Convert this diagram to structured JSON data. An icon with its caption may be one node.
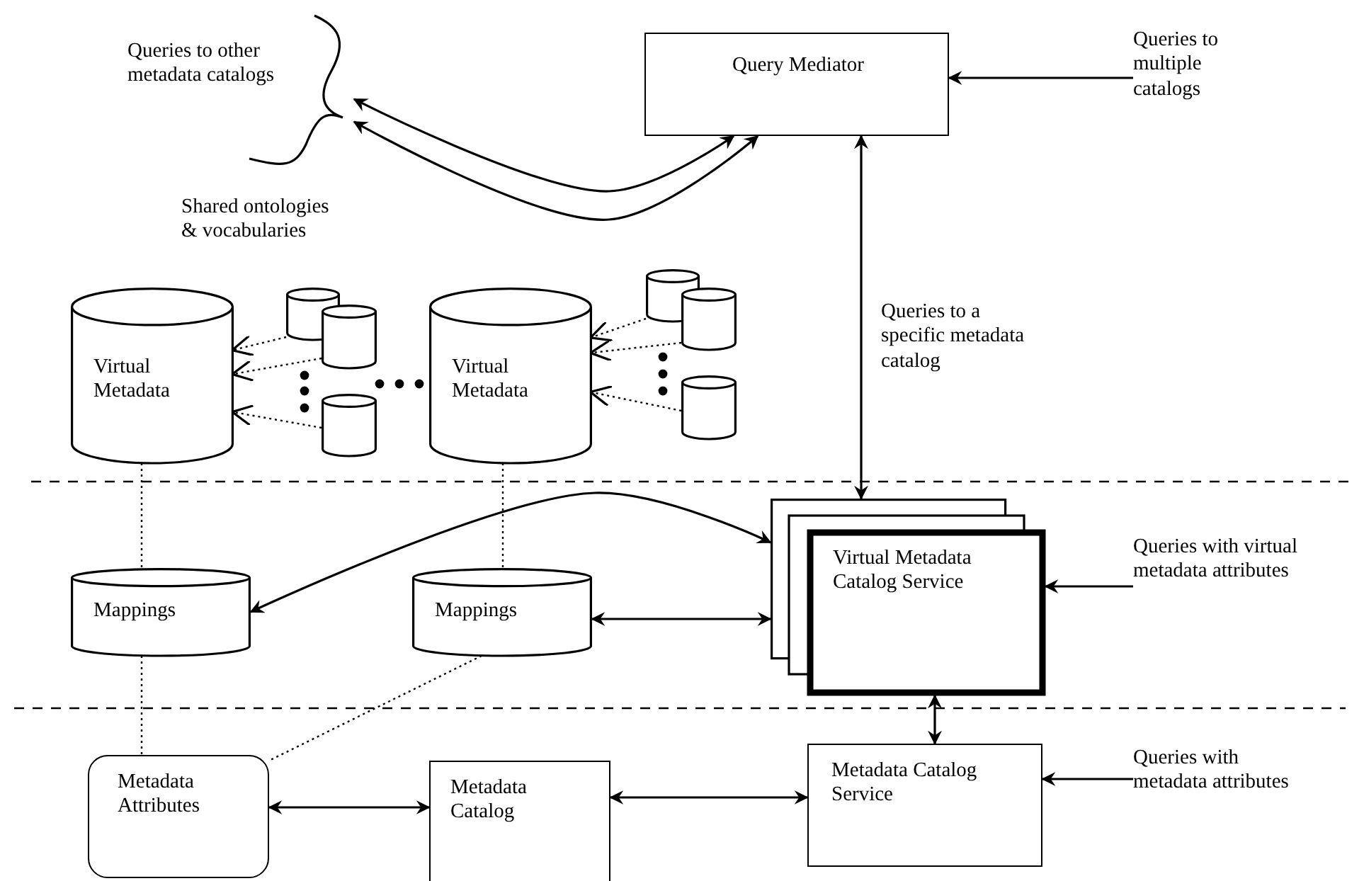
{
  "diagram": {
    "nodes": [
      {
        "text": [
          "Query Mediator"
        ]
      },
      {
        "text": [
          "Queries to other metadata catalogs"
        ]
      },
      {
        "text": [
          "Queries to multiple catalogs"
        ]
      },
      {
        "text": [
          "Virtual Metadata"
        ]
      },
      {
        "text": [
          "Virtual Metadata"
        ]
      },
      {
        "text": [],
        "shape": "cylinder"
      },
      {
        "text": [],
        "shape": "cylinder"
      },
      {
        "text": [],
        "shape": "cylinder"
      },
      {
        "text": [],
        "shape": "cylinder"
      },
      {
        "text": [],
        "shape": "cylinder"
      },
      {
        "text": [],
        "shape": "cylinder"
      },
      {
        "text": [
          "Mappings"
        ]
      },
      {
        "text": [
          "Mappings"
        ]
      },
      {
        "text": [
          "Virtual Metadata Catalog Service"
        ]
      },
      {
        "text": [
          "Queries with virtual metadata attributes"
        ]
      },
      {
        "text": [
          "Metadata Attributes"
        ]
      },
      {
        "text": [
          "Metadata Catalog"
        ]
      },
      {
        "text": [
          "Metadata Catalog Service"
        ]
      },
      {
        "text": [
          "Queries with metadata attributes"
        ]
      }
    ],
    "edges": [
      {
        "from": 0,
        "to": 1,
        "arrow": "both"
      },
      {
        "from": 0,
        "to": 1,
        "arrow": "both"
      },
      {
        "from": 2,
        "to": 0,
        "arrow": "to"
      },
      {
        "from": 13,
        "to": 0,
        "arrow": "both",
        "label": "Queries to a specific metadata catalog"
      },
      {
        "from": 5,
        "to": 3,
        "arrow": "to",
        "style": "dashed"
      },
      {
        "from": 6,
        "to": 3,
        "arrow": "to",
        "style": "dashed"
      },
      {
        "from": 7,
        "to": 3,
        "arrow": "to",
        "style": "dashed"
      },
      {
        "from": 8,
        "to": 4,
        "arrow": "to",
        "style": "dashed"
      },
      {
        "from": 9,
        "to": 4,
        "arrow": "to",
        "style": "dashed"
      },
      {
        "from": 10,
        "to": 4,
        "arrow": "to",
        "style": "dashed"
      },
      {
        "from": 3,
        "to": 11,
        "arrow": "none",
        "style": "dashed"
      },
      {
        "from": 4,
        "to": 12,
        "arrow": "none",
        "style": "dashed"
      },
      {
        "from": 13,
        "to": 11,
        "arrow": "both"
      },
      {
        "from": 12,
        "to": 13,
        "arrow": "both"
      },
      {
        "from": 14,
        "to": 13,
        "arrow": "to"
      },
      {
        "from": 11,
        "to": 15,
        "arrow": "none",
        "style": "dashed"
      },
      {
        "from": 12,
        "to": 15,
        "arrow": "none",
        "style": "dashed"
      },
      {
        "from": 13,
        "to": 17,
        "arrow": "both"
      },
      {
        "from": 15,
        "to": 16,
        "arrow": "both"
      },
      {
        "from": 16,
        "to": 17,
        "arrow": "both"
      },
      {
        "from": 18,
        "to": 17,
        "arrow": "to"
      }
    ],
    "labels": [
      "Shared ontologies & vocabularies"
    ]
  }
}
